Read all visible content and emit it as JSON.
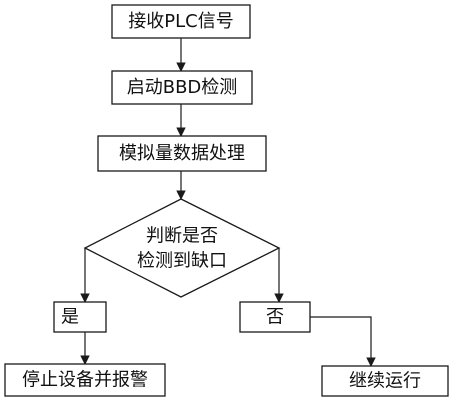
{
  "flowchart": {
    "step_receive_plc": "接收PLC信号",
    "step_start_bbd": "启动BBD检测",
    "step_analog_processing": "模拟量数据处理",
    "decision_line1": "判断是否",
    "decision_line2": "检测到缺口",
    "branch_yes": "是",
    "branch_no": "否",
    "action_stop_alarm": "停止设备并报警",
    "action_continue": "继续运行"
  },
  "colors": {
    "stroke": "#1a1a1a",
    "text": "#111111",
    "background": "#ffffff"
  }
}
